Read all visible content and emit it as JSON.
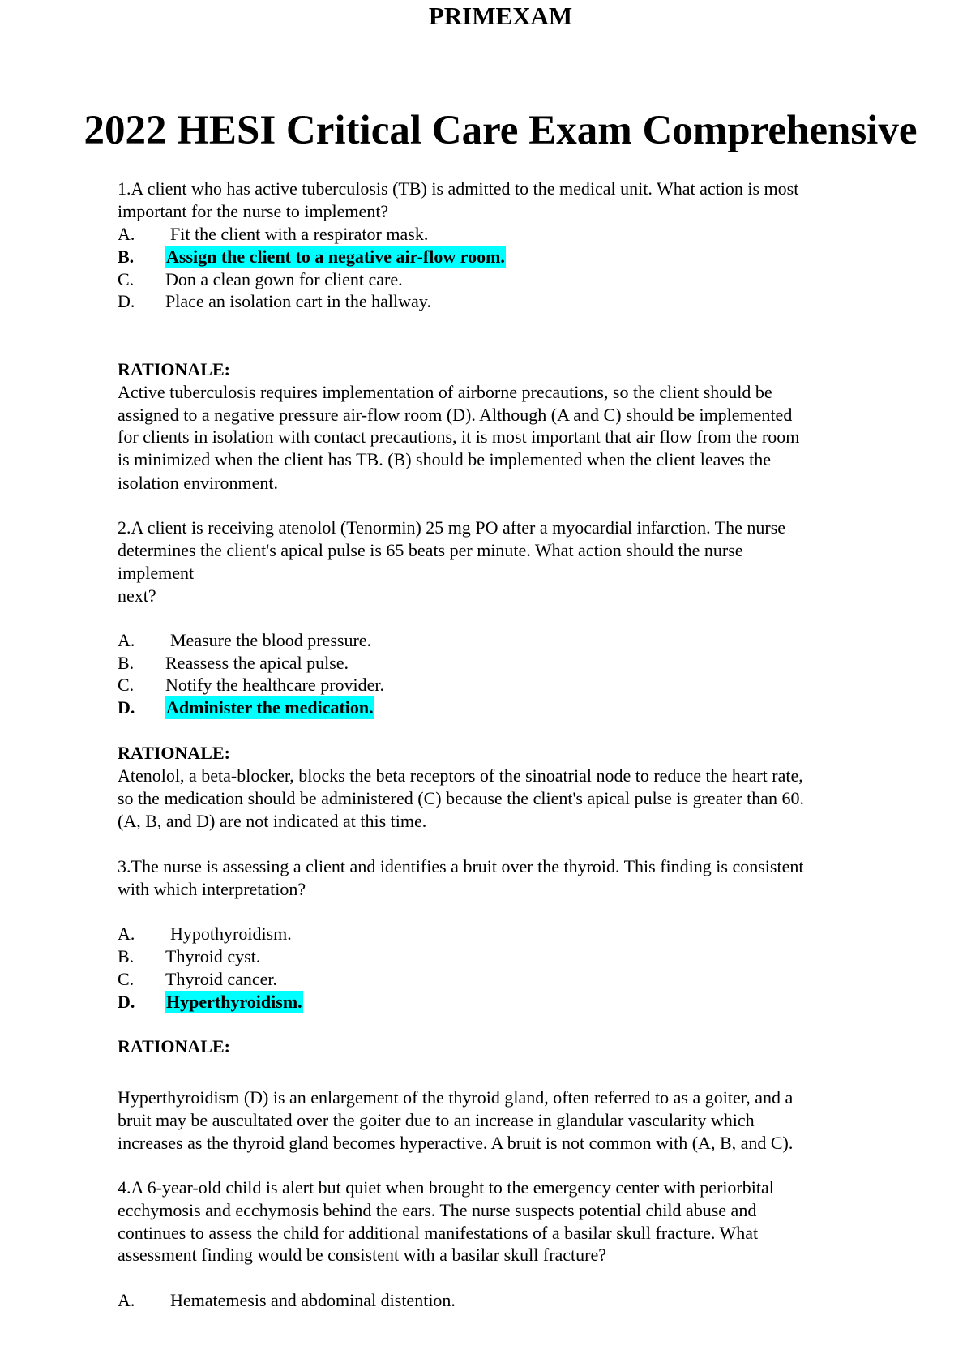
{
  "header": "PRIMEXAM",
  "title": "2022 HESI Critical Care Exam Comprehensive",
  "rationale_label": "RATIONALE:",
  "q1": {
    "lines": [
      "1.A client who has active tuberculosis (TB) is admitted to the medical unit. What action is most",
      "important for the nurse to implement?"
    ],
    "options": [
      {
        "label": "A.",
        "text": "Fit the client with a respirator mask."
      },
      {
        "label": "B.",
        "text": "Assign the client to a negative air-flow room."
      },
      {
        "label": "C.",
        "text": "Don a clean gown for client care."
      },
      {
        "label": "D.",
        "text": "Place an isolation cart in the hallway."
      }
    ],
    "rationale": [
      "Active tuberculosis requires implementation of airborne precautions, so the client should be",
      "assigned to a negative pressure air-flow room (D). Although (A and C) should be implemented",
      "for clients in isolation with contact precautions, it is most important that air flow from the room",
      "is minimized when the client has TB. (B) should be implemented when the client leaves the",
      "isolation environment."
    ]
  },
  "q2": {
    "lines": [
      "2.A client is receiving atenolol (Tenormin) 25 mg PO after a myocardial infarction. The nurse",
      "determines the client's apical pulse is 65 beats per minute. What action should the nurse",
      "implement",
      "next?"
    ],
    "options": [
      {
        "label": "A.",
        "text": "Measure the blood pressure."
      },
      {
        "label": "B.",
        "text": "Reassess the apical pulse."
      },
      {
        "label": "C.",
        "text": "Notify the healthcare provider."
      },
      {
        "label": "D.",
        "text": "Administer the medication."
      }
    ],
    "rationale": [
      "Atenolol, a beta-blocker, blocks the beta receptors of the sinoatrial node to reduce the heart rate,",
      "so the medication should be administered (C) because the client's apical pulse is greater than 60.",
      "(A, B, and D) are not indicated at this time."
    ]
  },
  "q3": {
    "lines": [
      "3.The nurse is assessing a client and identifies a bruit over the thyroid. This finding is consistent",
      "with which interpretation?"
    ],
    "options": [
      {
        "label": "A.",
        "text": "Hypothyroidism."
      },
      {
        "label": "B.",
        "text": "Thyroid cyst."
      },
      {
        "label": "C.",
        "text": "Thyroid cancer."
      },
      {
        "label": "D.",
        "text": "Hyperthyroidism."
      }
    ],
    "rationale": [
      "Hyperthyroidism (D) is an enlargement of the thyroid gland, often referred to as a goiter, and a",
      "bruit may be auscultated over the goiter due to an increase in glandular vascularity which",
      "increases as the thyroid gland becomes hyperactive. A bruit is not common with (A, B, and C)."
    ]
  },
  "q4": {
    "lines": [
      "4.A 6-year-old child is alert but quiet when brought to the emergency center with periorbital",
      "ecchymosis and ecchymosis behind the ears. The nurse suspects potential child abuse and",
      "continues to assess the child for additional manifestations of a basilar skull fracture. What",
      "assessment finding would be consistent with a basilar skull fracture?"
    ],
    "options": [
      {
        "label": "A.",
        "text": "Hematemesis and abdominal distention."
      }
    ]
  },
  "highlight_color": "#00ffff"
}
